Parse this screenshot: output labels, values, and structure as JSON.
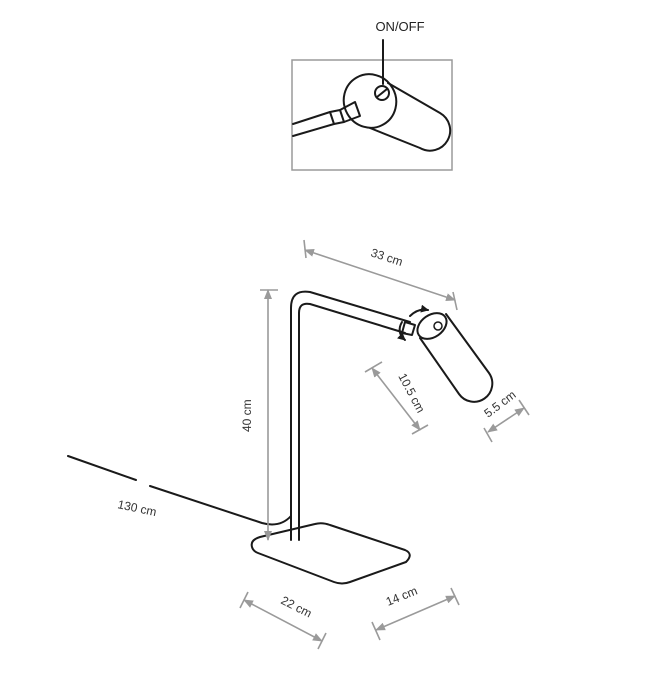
{
  "switch_label": "ON/OFF",
  "dimensions": {
    "arm_length": "33 cm",
    "height": "40 cm",
    "head_length": "10.5 cm",
    "head_diameter": "5.5 cm",
    "cable_length": "130 cm",
    "base_length": "22 cm",
    "base_width": "14 cm"
  },
  "colors": {
    "line": "#1a1a1a",
    "dimension": "#9a9a9a"
  }
}
